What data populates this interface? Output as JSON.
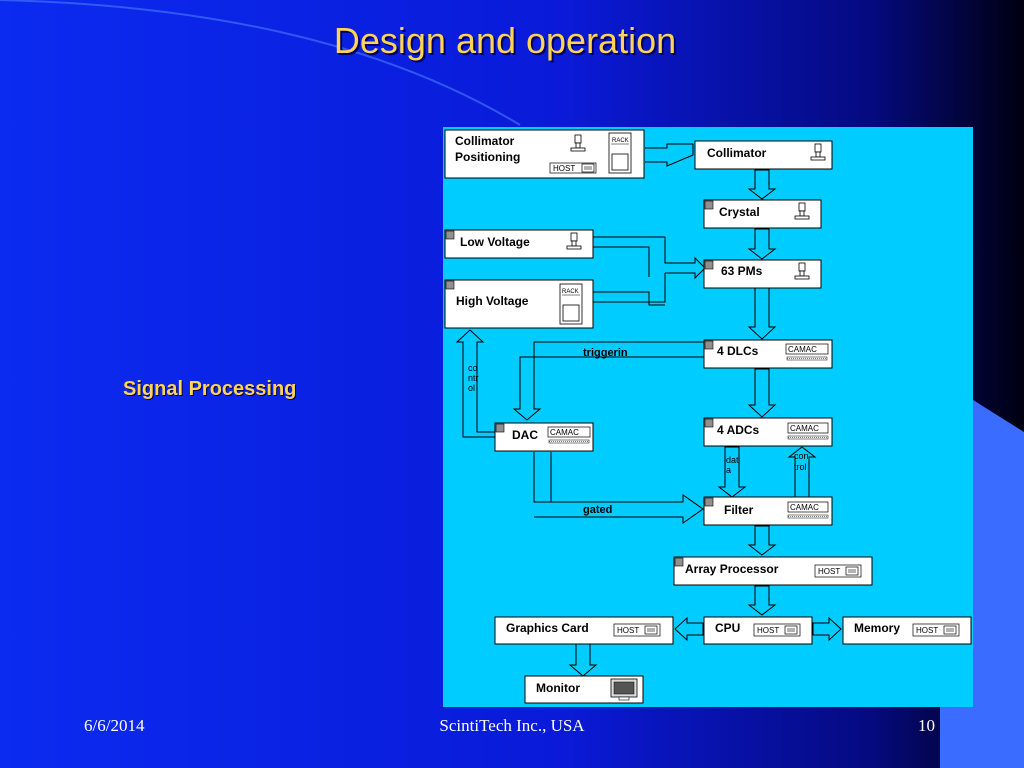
{
  "slide": {
    "title": "Design and operation",
    "side_label": "Signal Processing"
  },
  "footer": {
    "date": "6/6/2014",
    "company": "ScintiTech Inc., USA",
    "page": "10"
  },
  "colors": {
    "slide_background": "#0a20e0",
    "diagram_background": "#00ccff",
    "title_text": "#ffd454",
    "box_fill": "#ffffff"
  },
  "diagram": {
    "nodes": {
      "collimator_positioning": {
        "label_line1": "Collimator",
        "label_line2": "Positioning",
        "tag_rack": "RACK",
        "tag_host": "HOST",
        "icon": "detector-head-icon"
      },
      "collimator": {
        "label": "Collimator",
        "icon": "detector-head-icon"
      },
      "crystal": {
        "label": "Crystal",
        "icon": "detector-head-icon"
      },
      "low_voltage": {
        "label": "Low Voltage",
        "icon": "detector-head-icon"
      },
      "pms": {
        "label": "63 PMs",
        "icon": "detector-head-icon"
      },
      "high_voltage": {
        "label": "High Voltage",
        "tag_rack": "RACK"
      },
      "dlcs": {
        "label": "4 DLCs",
        "tag": "CAMAC"
      },
      "dac": {
        "label": "DAC",
        "tag": "CAMAC"
      },
      "adcs": {
        "label": "4 ADCs",
        "tag": "CAMAC"
      },
      "filter": {
        "label": "Filter",
        "tag": "CAMAC"
      },
      "array_processor": {
        "label": "Array Processor",
        "tag": "HOST"
      },
      "graphics_card": {
        "label": "Graphics Card",
        "tag": "HOST"
      },
      "cpu": {
        "label": "CPU",
        "tag": "HOST"
      },
      "memory": {
        "label": "Memory",
        "tag": "HOST"
      },
      "monitor": {
        "label": "Monitor",
        "icon": "monitor-icon"
      }
    },
    "edge_labels": {
      "triggerin": "triggerin",
      "control_left": [
        "co",
        "ntr",
        "ol"
      ],
      "data": [
        "dat",
        "a"
      ],
      "control_right": [
        "con",
        "trol"
      ],
      "gated": "gated"
    }
  }
}
